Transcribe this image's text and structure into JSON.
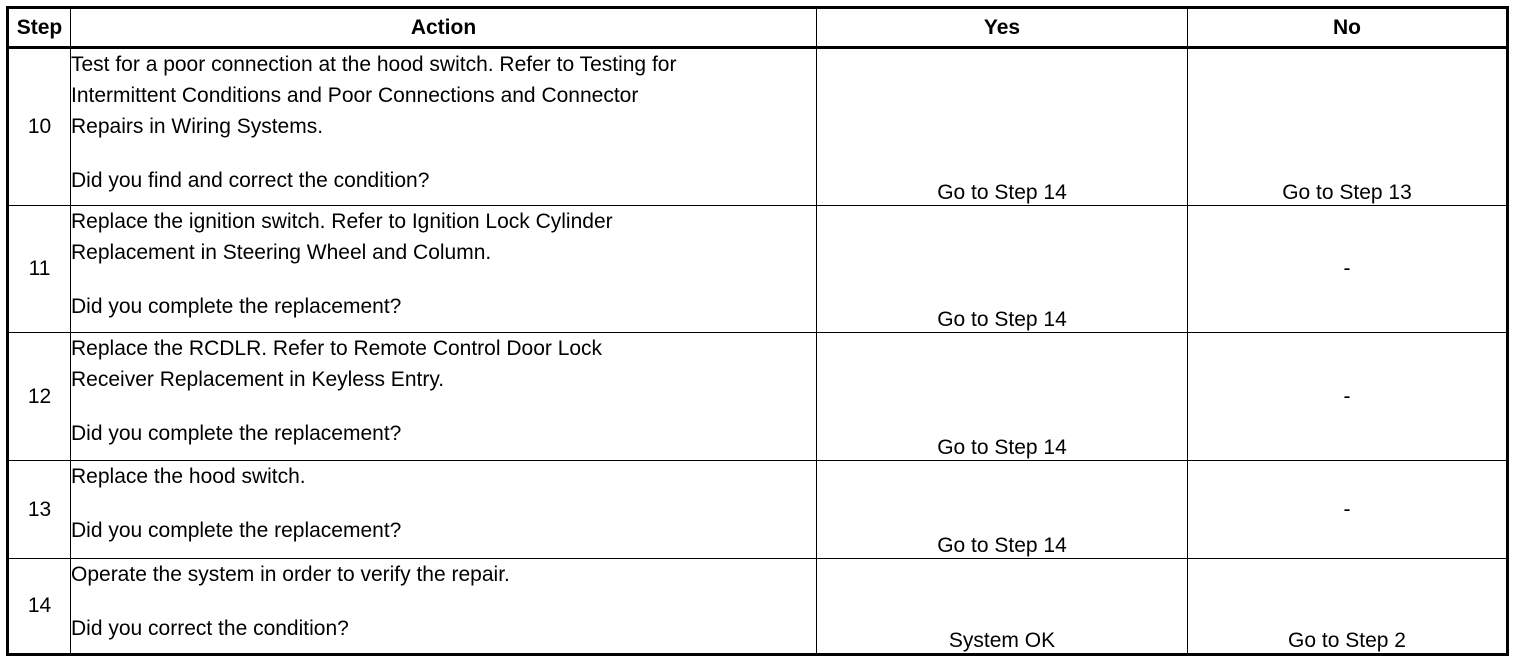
{
  "header": {
    "step": "Step",
    "action": "Action",
    "yes": "Yes",
    "no": "No"
  },
  "rows": [
    {
      "step": "10",
      "action_lines": [
        "Test for a poor connection at the hood switch. Refer to Testing for",
        "Intermittent Conditions and Poor Connections and Connector",
        "Repairs in Wiring Systems."
      ],
      "question": "Did you find and correct the condition?",
      "yes": "Go to Step 14",
      "no": "Go to Step 13"
    },
    {
      "step": "11",
      "action_lines": [
        "Replace the ignition switch. Refer to Ignition Lock Cylinder",
        "Replacement in Steering Wheel and Column."
      ],
      "question": "Did you complete the replacement?",
      "yes": "Go to Step 14",
      "no": "-"
    },
    {
      "step": "12",
      "action_lines": [
        "Replace the RCDLR. Refer to Remote Control Door Lock",
        "Receiver Replacement in Keyless Entry."
      ],
      "question": "Did you complete the replacement?",
      "yes": "Go to Step 14",
      "no": "-"
    },
    {
      "step": "13",
      "action_lines": [
        "Replace the hood switch."
      ],
      "question": "Did you complete the replacement?",
      "yes": "Go to Step 14",
      "no": "-"
    },
    {
      "step": "14",
      "action_lines": [
        "Operate the system in order to verify the repair."
      ],
      "question": "Did you correct the condition?",
      "yes": "System OK",
      "no": "Go to Step 2"
    }
  ]
}
